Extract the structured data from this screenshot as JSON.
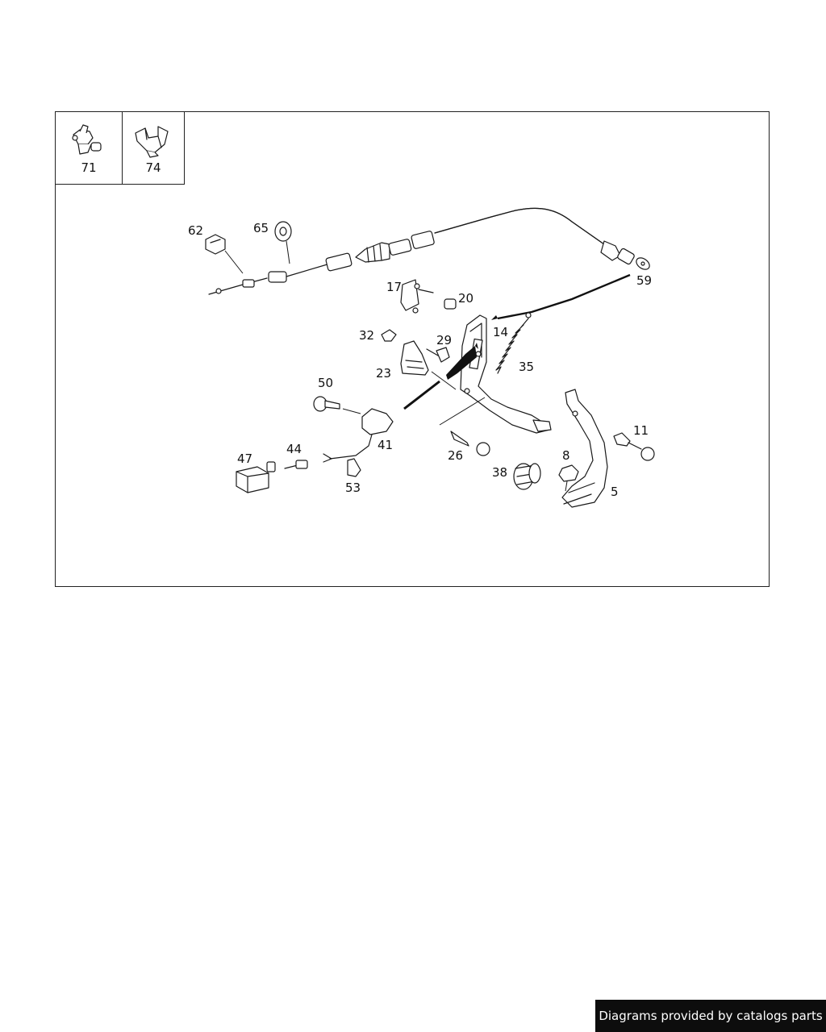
{
  "diagram": {
    "insets": [
      {
        "label": "71"
      },
      {
        "label": "74"
      }
    ],
    "callouts": [
      "62",
      "65",
      "59",
      "17",
      "20",
      "14",
      "32",
      "29",
      "23",
      "35",
      "50",
      "41",
      "44",
      "47",
      "53",
      "26",
      "38",
      "8",
      "11",
      "5"
    ]
  },
  "footer": {
    "credit": "Diagrams provided by catalogs parts"
  }
}
